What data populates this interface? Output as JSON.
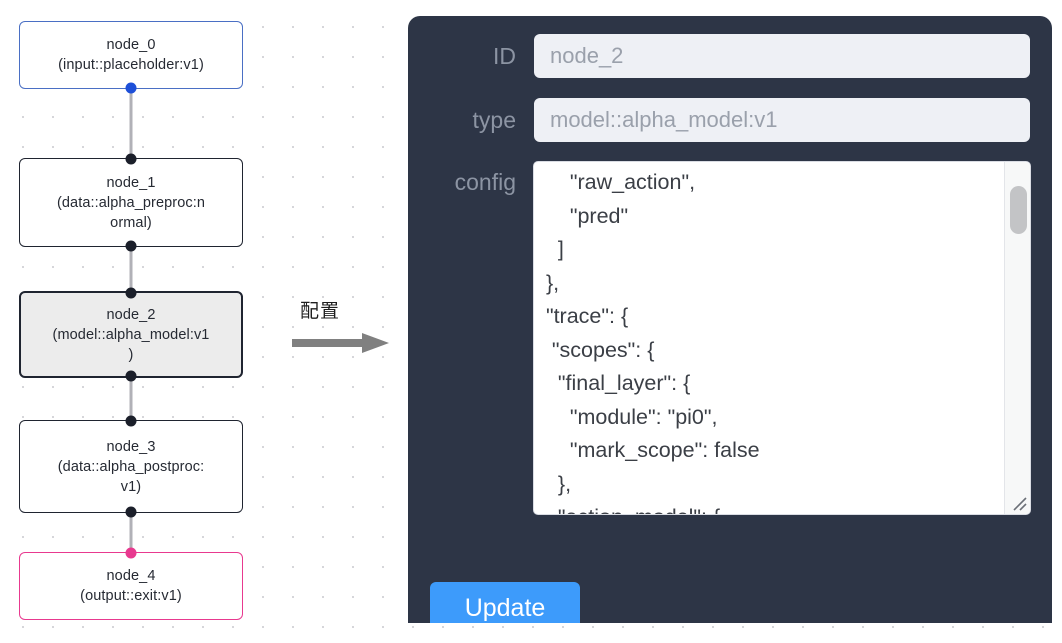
{
  "canvas": {
    "background_color": "#ffffff",
    "dot_color": "#d4d4d8"
  },
  "graph": {
    "nodes": [
      {
        "id": "node_0",
        "label": "node_0\n(input::placeholder:v1)",
        "title": "node_0",
        "type": "input::placeholder:v1",
        "role": "input",
        "selected": false,
        "border_color": "#4a6fc4",
        "handle_color": "#1d4fd8"
      },
      {
        "id": "node_1",
        "label": "node_1\n(data::alpha_preproc:n\normal)",
        "title": "node_1",
        "type": "data::alpha_preproc:normal",
        "role": "data",
        "selected": false,
        "border_color": "#1f2430",
        "handle_color": "#1b1f2a"
      },
      {
        "id": "node_2",
        "label": "node_2\n(model::alpha_model:v1\n)",
        "title": "node_2",
        "type": "model::alpha_model:v1",
        "role": "model",
        "selected": true,
        "border_color": "#1f2430",
        "handle_color": "#1b1f2a"
      },
      {
        "id": "node_3",
        "label": "node_3\n(data::alpha_postproc:\nv1)",
        "title": "node_3",
        "type": "data::alpha_postproc:v1",
        "role": "data",
        "selected": false,
        "border_color": "#1f2430",
        "handle_color": "#1b1f2a"
      },
      {
        "id": "node_4",
        "label": "node_4\n(output::exit:v1)",
        "title": "node_4",
        "type": "output::exit:v1",
        "role": "output",
        "selected": false,
        "border_color": "#e8398f",
        "handle_color": "#e8398f"
      }
    ],
    "edge_color": "#b1b1b7"
  },
  "annotation": {
    "label": "配置",
    "arrow_color": "#808080",
    "arrow_icon": "arrow-right-icon"
  },
  "inspector": {
    "background_color": "#2d3546",
    "fields": [
      {
        "label": "ID",
        "value": "node_2"
      },
      {
        "label": "type",
        "value": "model::alpha_model:v1"
      },
      {
        "label": "config",
        "value": ""
      }
    ],
    "id_label": "ID",
    "id_value": "node_2",
    "type_label": "type",
    "type_value": "model::alpha_model:v1",
    "config_label": "config",
    "config_value": "      \"raw_action\",\n      \"pred\"\n    ]\n  },\n  \"trace\": {\n   \"scopes\": {\n    \"final_layer\": {\n      \"module\": \"pi0\",\n      \"mark_scope\": false\n    },\n    \"action_model\": {",
    "update_label": "Update",
    "update_color": "#3d9bfb",
    "input_background": "#eef0f5",
    "input_text_color": "#9aa0ab",
    "label_color": "#8c94a3",
    "scrollbar_thumb_color": "#c3c4c6"
  }
}
